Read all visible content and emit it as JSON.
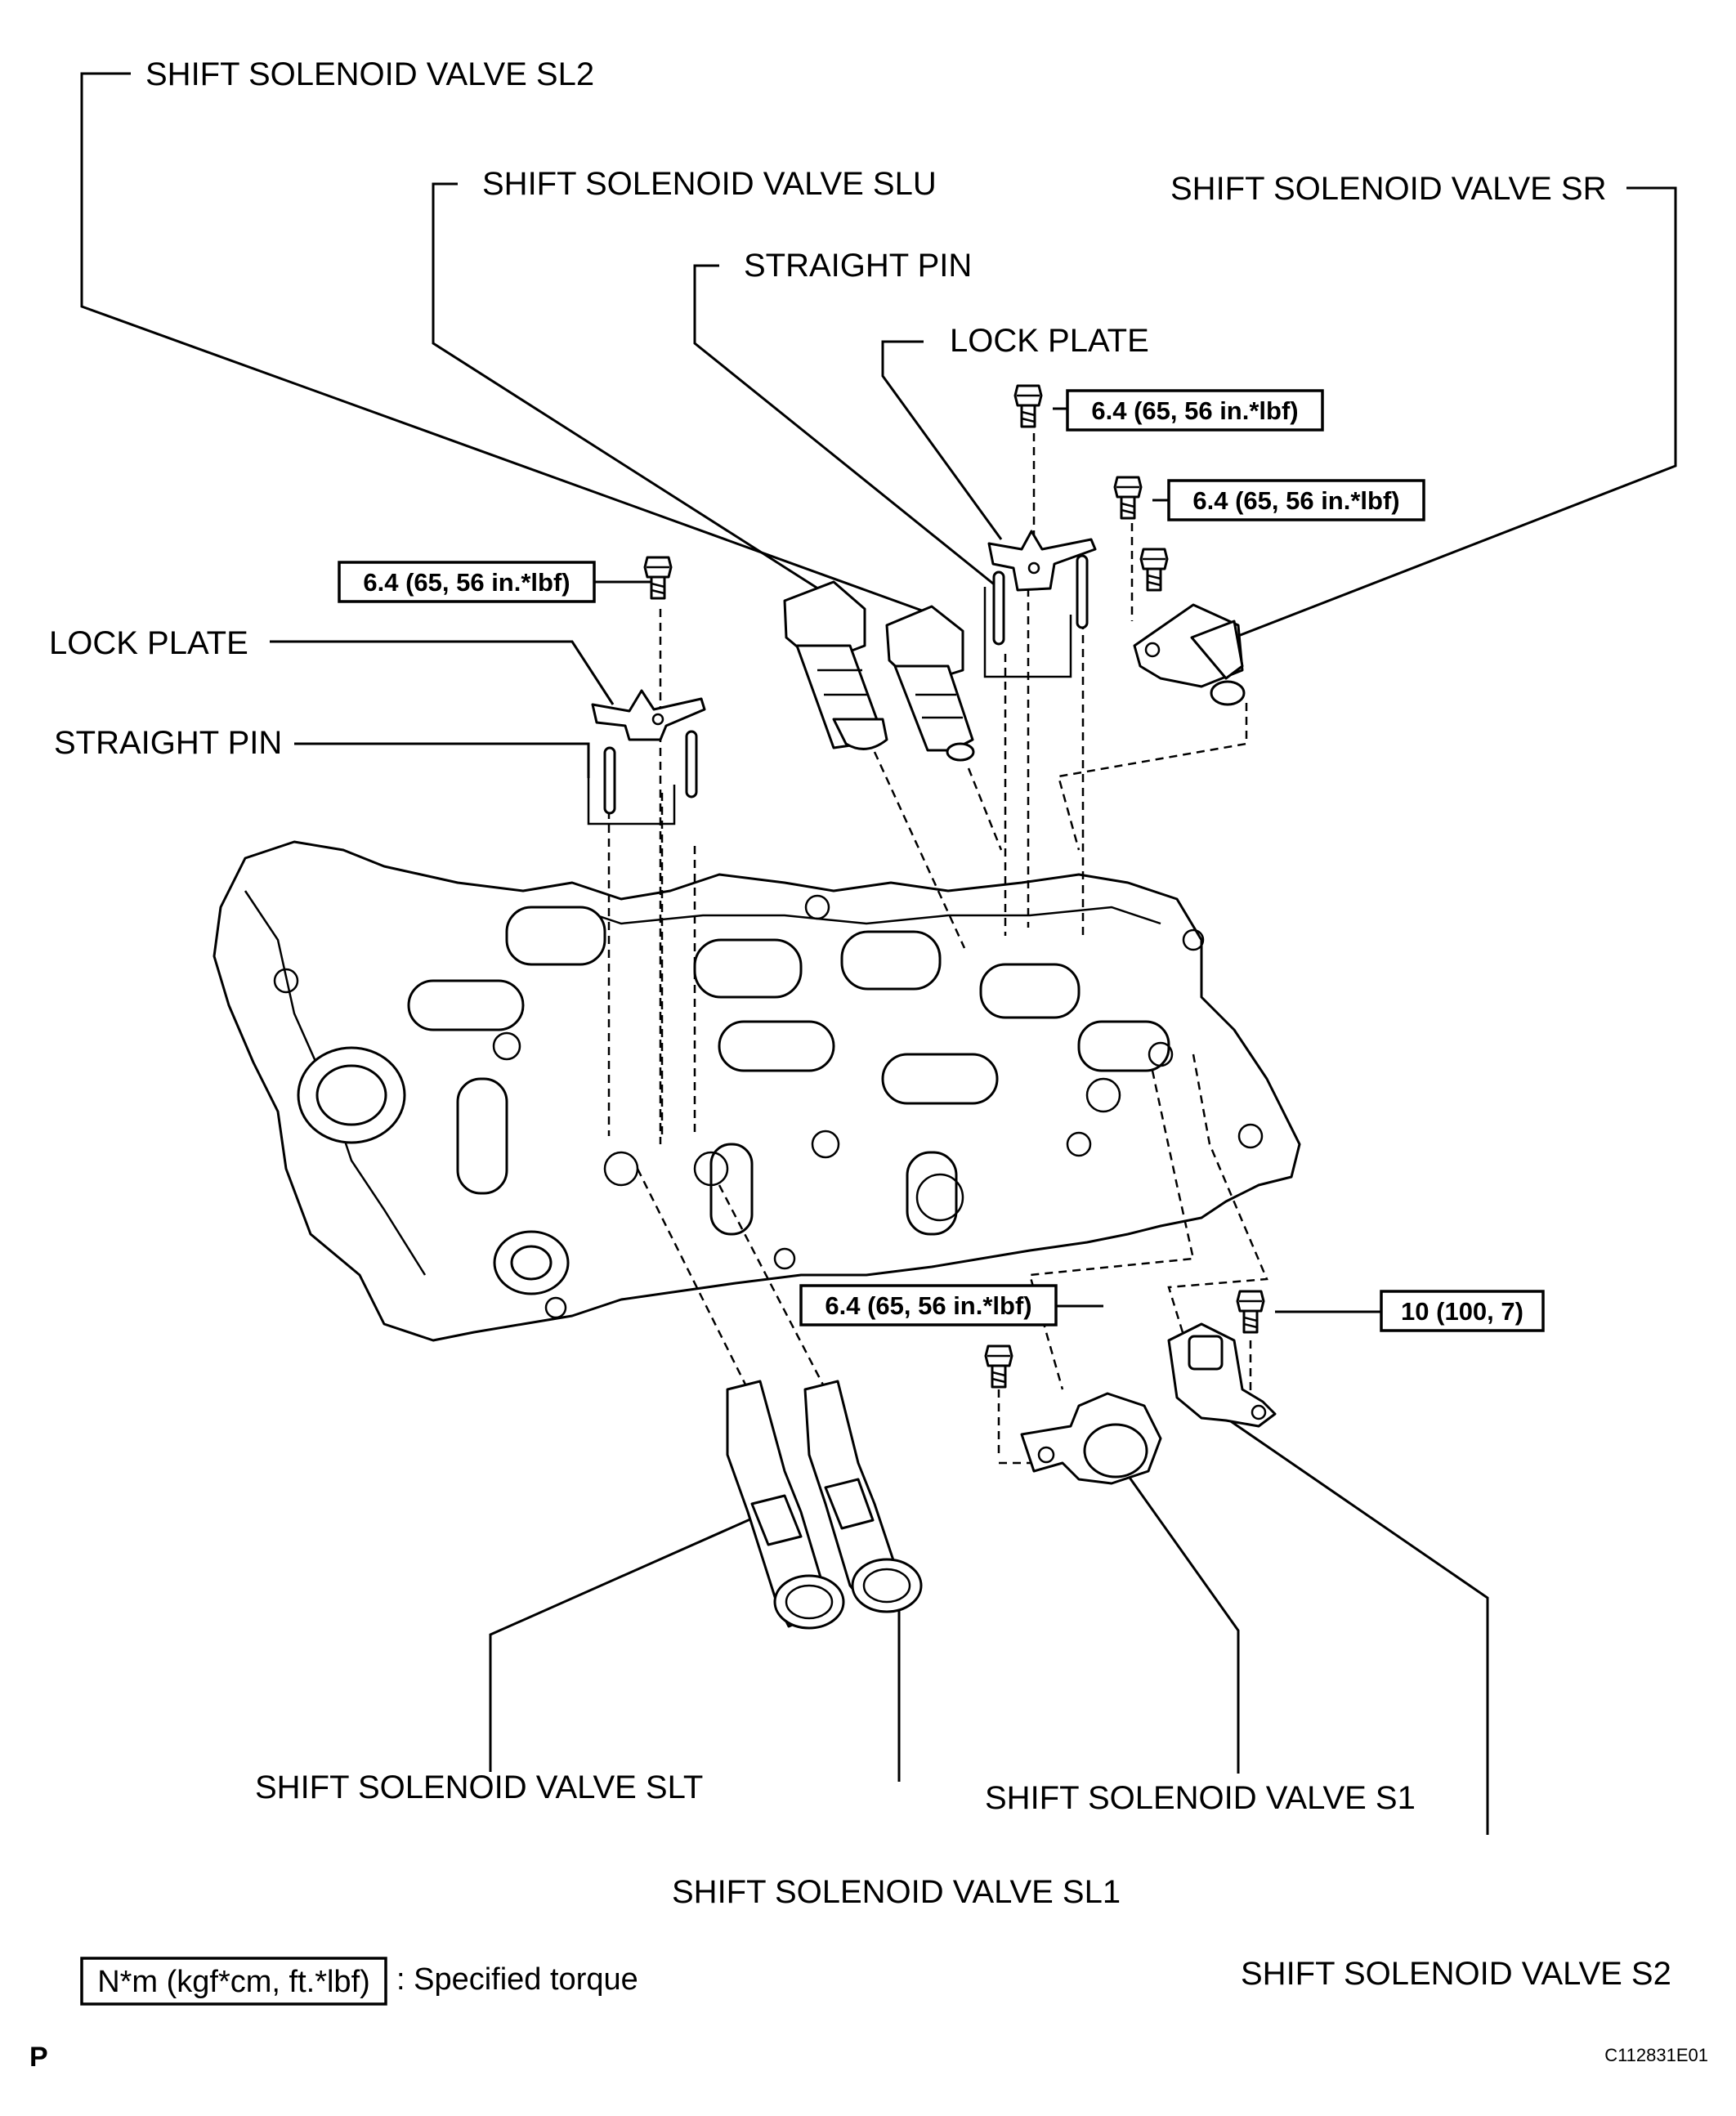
{
  "labels": {
    "sl2": "SHIFT SOLENOID VALVE SL2",
    "slu": "SHIFT SOLENOID VALVE SLU",
    "sr": "SHIFT SOLENOID VALVE SR",
    "straight_pin_top": "STRAIGHT PIN",
    "lock_plate_top": "LOCK PLATE",
    "lock_plate_left": "LOCK PLATE",
    "straight_pin_left": "STRAIGHT PIN",
    "slt": "SHIFT SOLENOID VALVE SLT",
    "s1": "SHIFT SOLENOID VALVE S1",
    "sl1": "SHIFT SOLENOID VALVE SL1",
    "s2": "SHIFT SOLENOID VALVE S2"
  },
  "torques": {
    "lock_plate_top": "6.4 (65, 56 in.*lbf)",
    "sr_bolt": "6.4 (65, 56 in.*lbf)",
    "lock_plate_left": "6.4 (65, 56 in.*lbf)",
    "s1_bolt": "6.4 (65, 56 in.*lbf)",
    "s2_bolt": "10 (100, 7)"
  },
  "legend": {
    "unit_box": "N*m (kgf*cm, ft.*lbf)",
    "description": ": Specified torque"
  },
  "page_mark": "P",
  "figure_code": "C112831E01"
}
